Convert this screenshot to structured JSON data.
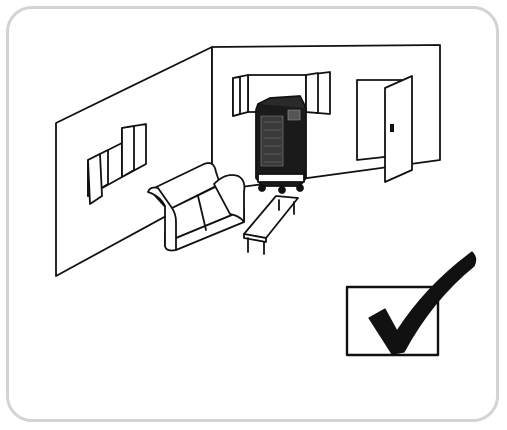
{
  "diagram": {
    "items": [
      {
        "id": "room",
        "icon": "room-interior-icon"
      },
      {
        "id": "air-cooler",
        "icon": "air-cooler-icon"
      },
      {
        "id": "sofa",
        "icon": "sofa-icon"
      },
      {
        "id": "coffee-table",
        "icon": "coffee-table-icon"
      },
      {
        "id": "door",
        "icon": "door-icon"
      },
      {
        "id": "left-window",
        "icon": "open-window-icon"
      },
      {
        "id": "back-window",
        "icon": "open-window-icon"
      },
      {
        "id": "approval",
        "icon": "checkmark-box-icon"
      }
    ],
    "colors": {
      "line": "#111111",
      "frame": "#d3d3d3",
      "cooler": "#1a1a1a",
      "background": "#ffffff"
    }
  }
}
